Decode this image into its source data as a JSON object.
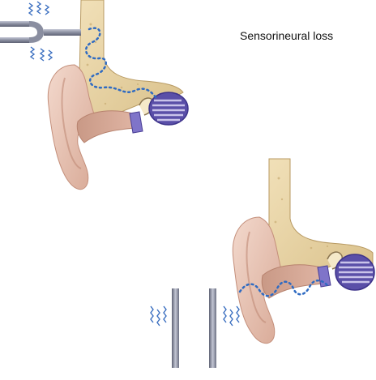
{
  "diagram": {
    "title": "Sensorineural loss",
    "colors": {
      "skin": "#e9c7b8",
      "skin_dark": "#c99986",
      "bone": "#ead5a8",
      "bone_dark": "#c9b078",
      "cochlea": "#5a4fa8",
      "cochlea_light": "#c9c3ea",
      "wave": "#2f6bc2",
      "fork": "#6f7384",
      "fork_light": "#b9bccb",
      "vibration": "#3b6fc0"
    },
    "panels": [
      {
        "name": "bone-conduction-test",
        "icon": "tuning-fork-icon"
      },
      {
        "name": "air-conduction-test",
        "icon": "tuning-fork-prongs-icon"
      }
    ]
  }
}
